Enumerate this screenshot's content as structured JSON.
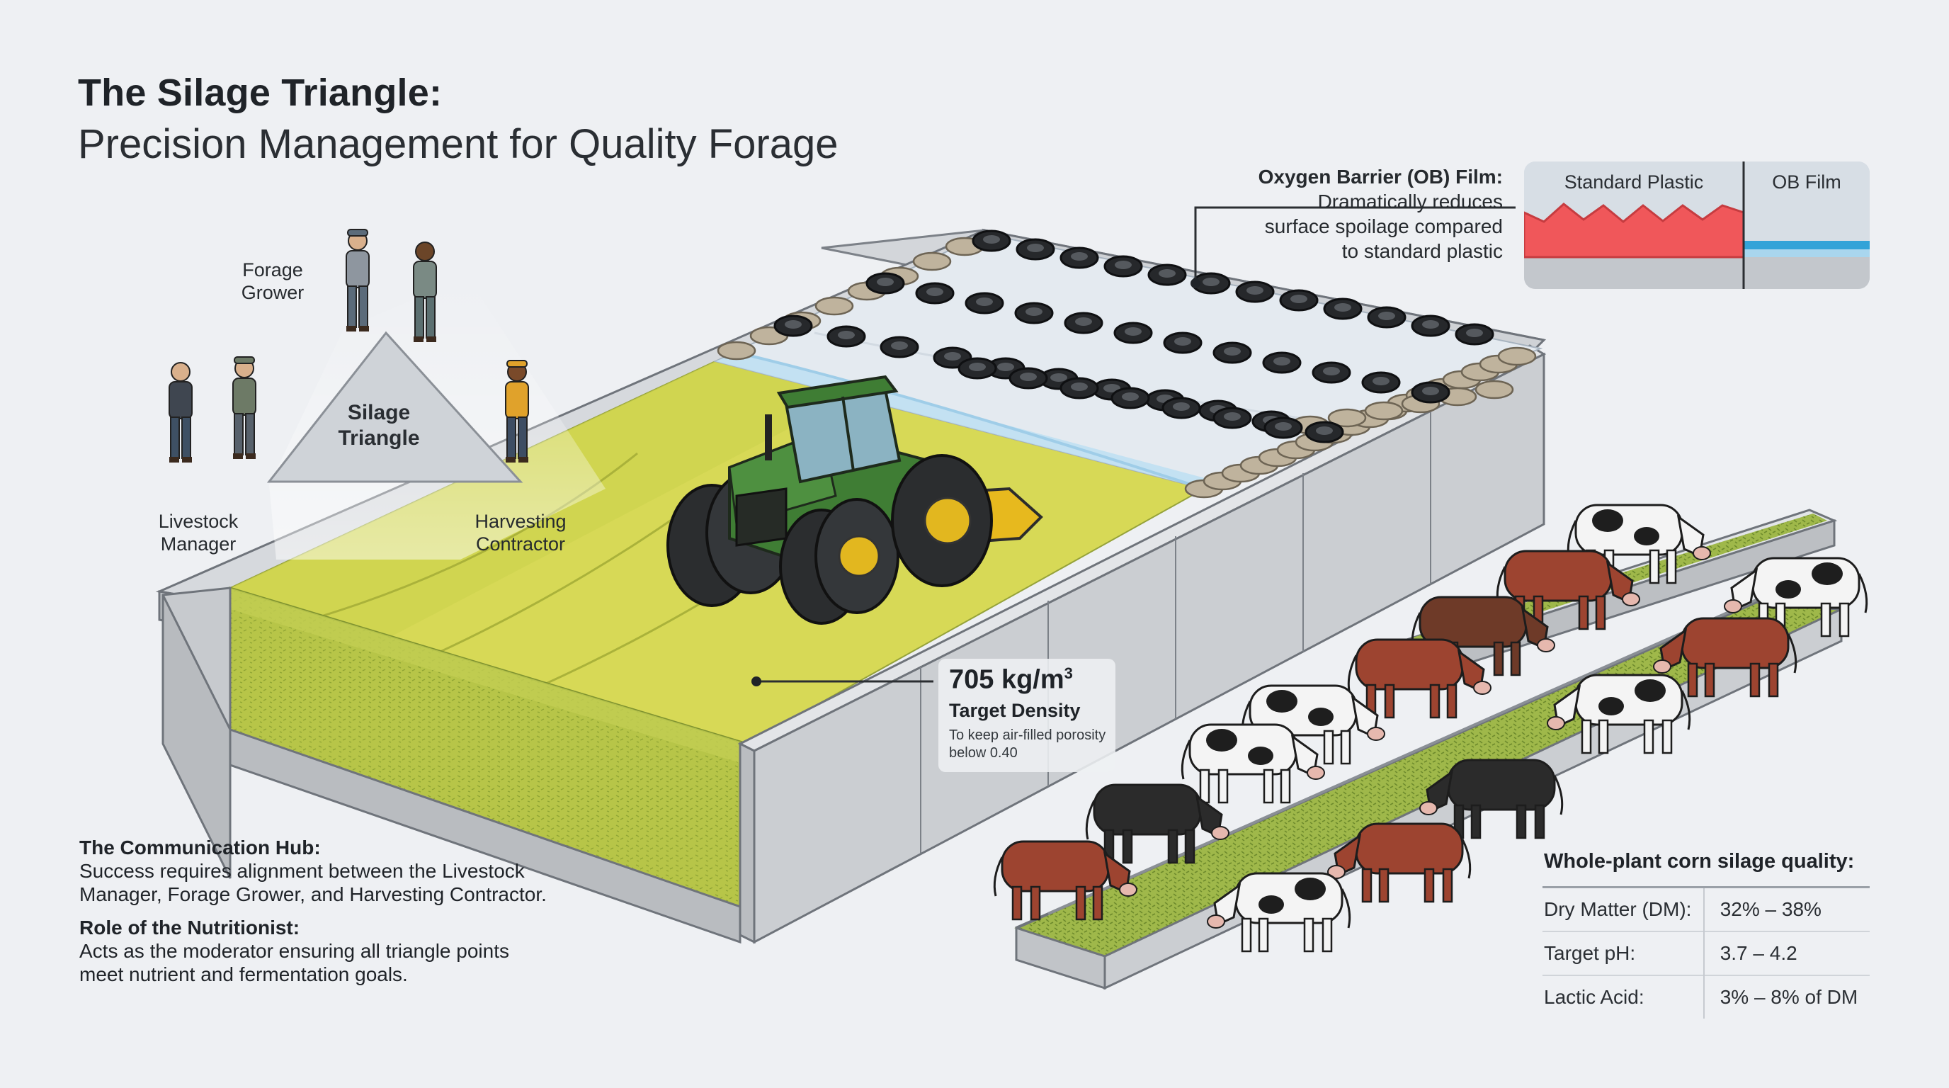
{
  "title": {
    "main": "The Silage Triangle:",
    "sub": "Precision Management for Quality Forage"
  },
  "triangle": {
    "center_label": "Silage Triangle",
    "roles": {
      "forage_grower": "Forage Grower",
      "livestock_manager": "Livestock Manager",
      "harvesting_contractor": "Harvesting Contractor"
    }
  },
  "oxygen_barrier": {
    "heading": "Oxygen Barrier (OB) Film:",
    "text_line1": "Dramatically reduces",
    "text_line2": "surface spoilage compared",
    "text_line3": "to standard plastic",
    "compare_left": "Standard Plastic",
    "compare_right": "OB Film"
  },
  "density": {
    "value": "705 kg/m",
    "exponent": "3",
    "label": "Target Density",
    "note": "To keep air-filled porosity below 0.40"
  },
  "communication": {
    "hub_heading": "The Communication Hub:",
    "hub_text": "Success requires alignment between the Livestock Manager, Forage Grower, and Harvesting Contractor.",
    "nutritionist_heading": "Role of the Nutritionist:",
    "nutritionist_text": "Acts as the moderator ensuring all triangle points meet nutrient and fermentation goals."
  },
  "quality": {
    "heading": "Whole-plant corn silage quality:",
    "rows": [
      {
        "param": "Dry Matter (DM):",
        "value": "32% – 38%"
      },
      {
        "param": "Target pH:",
        "value": "3.7 – 4.2"
      },
      {
        "param": "Lactic Acid:",
        "value": "3% – 8% of DM"
      }
    ]
  },
  "colors": {
    "background": "#eef0f3",
    "silage": "#c9cc55",
    "silage_dark": "#9db83f",
    "concrete": "#c5c8cc",
    "tractor_green": "#3e7a33",
    "tractor_yellow": "#e3b51c",
    "spoilage_red": "#f0575a",
    "ob_blue": "#33a3d8"
  },
  "icons": [
    "tire-icon",
    "sandbag-icon",
    "tractor-icon",
    "person-icon",
    "cow-icon"
  ]
}
